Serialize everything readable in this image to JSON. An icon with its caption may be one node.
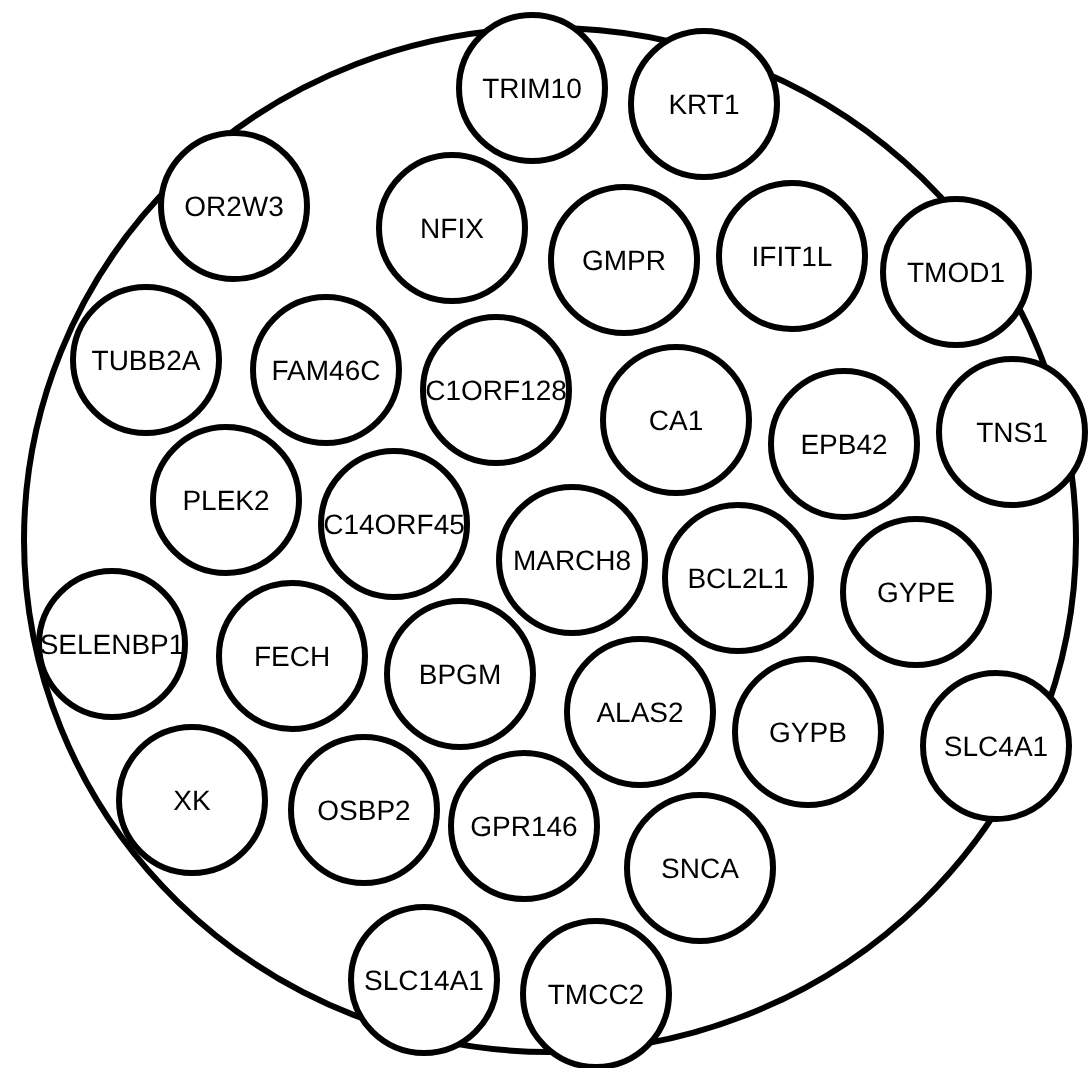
{
  "diagram": {
    "nodes": [
      {
        "text": [],
        "shape": "circle"
      },
      {
        "text": [
          "TRIM10"
        ],
        "in": 0
      },
      {
        "text": [
          "KRT1"
        ],
        "in": 0
      },
      {
        "text": [
          "OR2W3"
        ],
        "in": 0
      },
      {
        "text": [
          "NFIX"
        ],
        "in": 0
      },
      {
        "text": [
          "GMPR"
        ],
        "in": 0
      },
      {
        "text": [
          "IFIT1L"
        ],
        "in": 0
      },
      {
        "text": [
          "TMOD1"
        ],
        "in": 0
      },
      {
        "text": [
          "TUBB2A"
        ],
        "in": 0
      },
      {
        "text": [
          "FAM46C"
        ],
        "in": 0
      },
      {
        "text": [
          "C1ORF128"
        ],
        "in": 0
      },
      {
        "text": [
          "CA1"
        ],
        "in": 0
      },
      {
        "text": [
          "EPB42"
        ],
        "in": 0
      },
      {
        "text": [
          "TNS1"
        ],
        "in": 0
      },
      {
        "text": [
          "PLEK2"
        ],
        "in": 0
      },
      {
        "text": [
          "C14ORF45"
        ],
        "in": 0
      },
      {
        "text": [
          "MARCH8"
        ],
        "in": 0
      },
      {
        "text": [
          "BCL2L1"
        ],
        "in": 0
      },
      {
        "text": [
          "GYPE"
        ],
        "in": 0
      },
      {
        "text": [
          "SELENBP1"
        ],
        "in": 0
      },
      {
        "text": [
          "FECH"
        ],
        "in": 0
      },
      {
        "text": [
          "BPGM"
        ],
        "in": 0
      },
      {
        "text": [
          "ALAS2"
        ],
        "in": 0
      },
      {
        "text": [
          "GYPB"
        ],
        "in": 0
      },
      {
        "text": [
          "SLC4A1"
        ],
        "in": 0
      },
      {
        "text": [
          "XK"
        ],
        "in": 0
      },
      {
        "text": [
          "OSBP2"
        ],
        "in": 0
      },
      {
        "text": [
          "GPR146"
        ],
        "in": 0
      },
      {
        "text": [
          "SNCA"
        ],
        "in": 0
      },
      {
        "text": [
          "SLC14A1"
        ],
        "in": 0
      },
      {
        "text": [
          "TMCC2"
        ],
        "in": 0
      }
    ]
  }
}
